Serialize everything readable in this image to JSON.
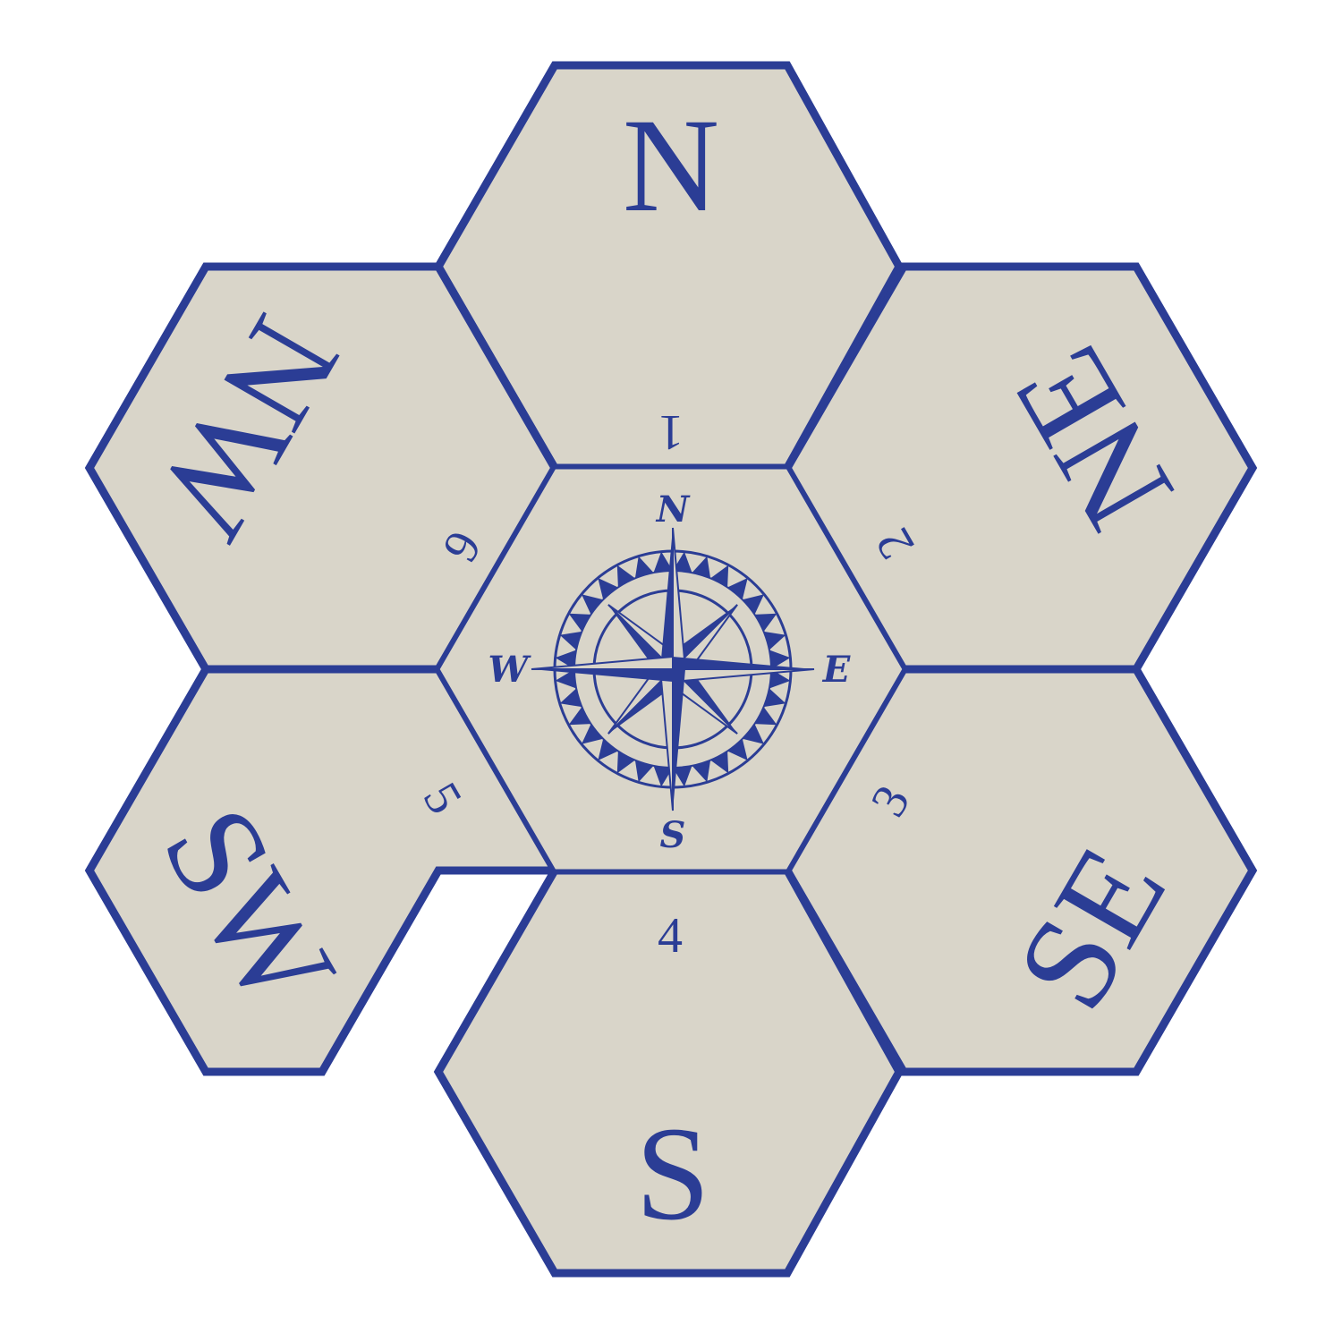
{
  "colors": {
    "line": "#2b3d95",
    "fill": "#d9d5c9",
    "background": "#ffffff"
  },
  "tiles": [
    {
      "id": "north",
      "direction": "N",
      "number": "1"
    },
    {
      "id": "north-east",
      "direction": "NE",
      "number": "2"
    },
    {
      "id": "south-east",
      "direction": "SE",
      "number": "3"
    },
    {
      "id": "south",
      "direction": "S",
      "number": "4"
    },
    {
      "id": "south-west",
      "direction": "SW",
      "number": "5"
    },
    {
      "id": "north-west",
      "direction": "NW",
      "number": "6"
    }
  ],
  "compass": {
    "north": "N",
    "east": "E",
    "south": "S",
    "west": "W"
  }
}
